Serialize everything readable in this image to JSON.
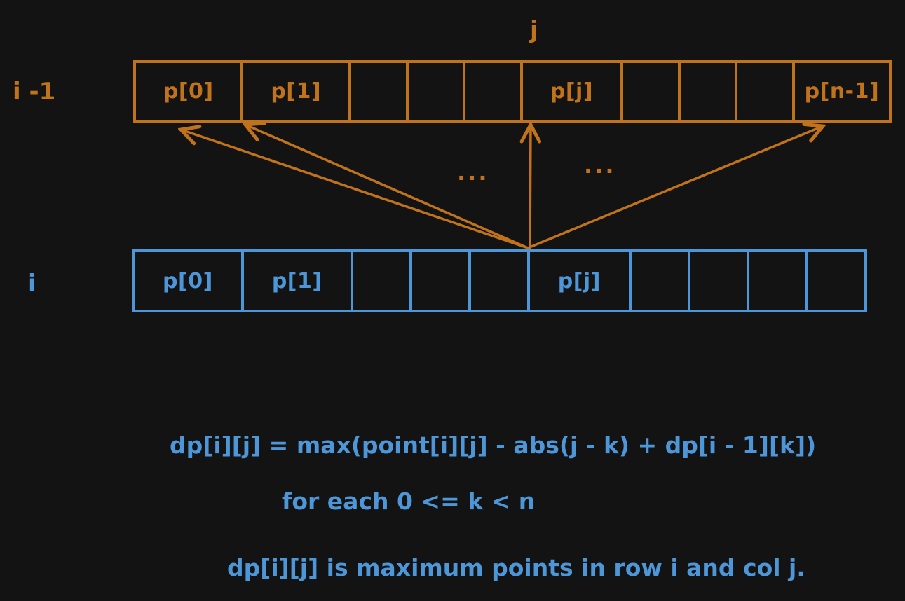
{
  "colors": {
    "background": "#131313",
    "orange": "#c1731b",
    "blue": "#4d97d9"
  },
  "diagram": {
    "col_pointer_label": "j",
    "prev_row": {
      "label": "i -1",
      "cells": [
        "p[0]",
        "p[1]",
        "",
        "",
        "",
        "p[j]",
        "",
        "",
        "",
        "p[n-1]"
      ]
    },
    "curr_row": {
      "label": "i",
      "cells": [
        "p[0]",
        "p[1]",
        "",
        "",
        "",
        "p[j]",
        "",
        "",
        "",
        ""
      ]
    },
    "ellipsis_left": "...",
    "ellipsis_right": "..."
  },
  "equations": {
    "recurrence": "dp[i][j] = max(point[i][j] - abs(j - k) + dp[i - 1][k])",
    "k_range": "for each 0 <= k < n",
    "definition": "dp[i][j] is maximum points in row i and col j."
  }
}
